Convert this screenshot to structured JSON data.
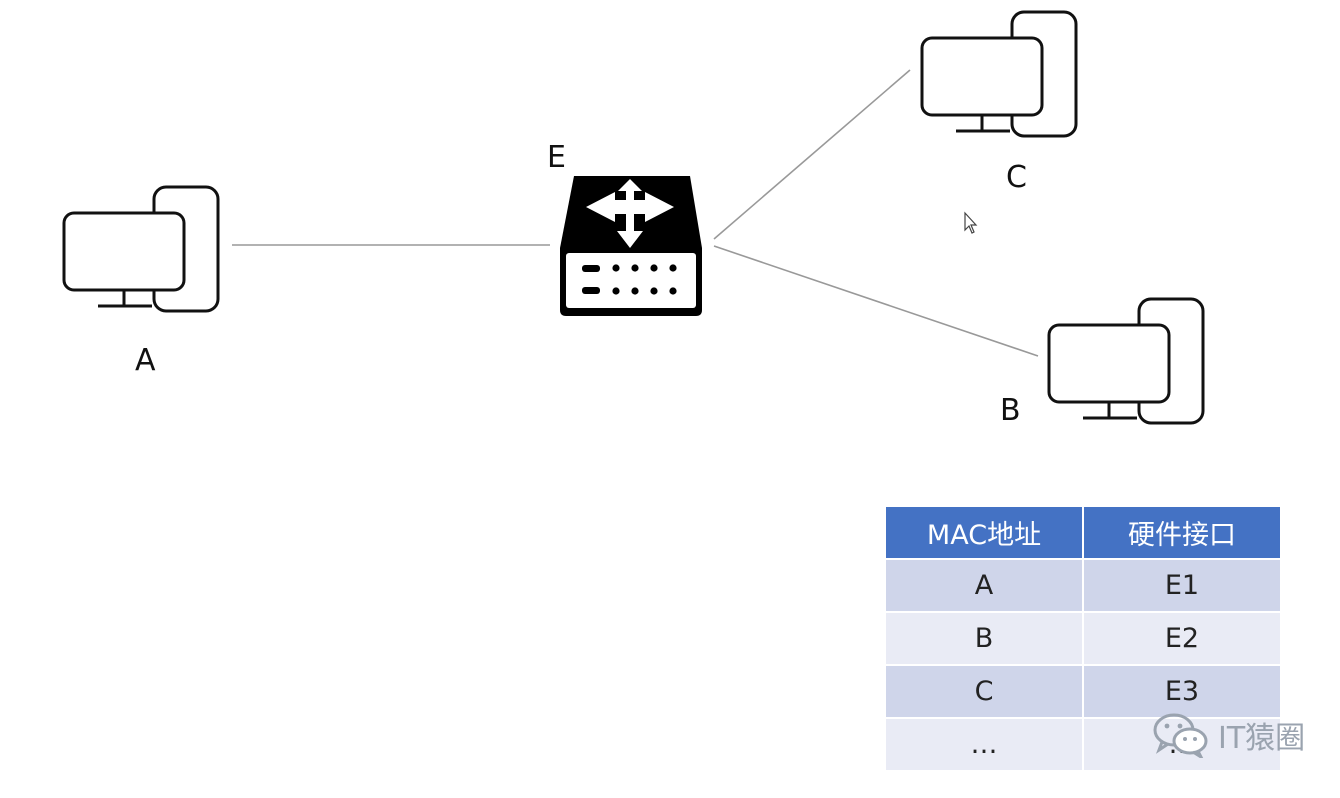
{
  "nodes": {
    "a": "A",
    "b": "B",
    "c": "C",
    "e": "E"
  },
  "icons": {
    "computer": "computer-icon",
    "switch": "switch-icon",
    "cursor": "mouse-cursor-icon",
    "watermark": "wechat-icon"
  },
  "table": {
    "headers": [
      "MAC地址",
      "硬件接口"
    ],
    "rows": [
      [
        "A",
        "E1"
      ],
      [
        "B",
        "E2"
      ],
      [
        "C",
        "E3"
      ],
      [
        "…",
        "…"
      ]
    ]
  },
  "colors": {
    "header_bg": "#4472c4",
    "row_odd": "#cfd5ea",
    "row_even": "#e9ebf5"
  },
  "watermark": {
    "text": "IT猿圈"
  }
}
